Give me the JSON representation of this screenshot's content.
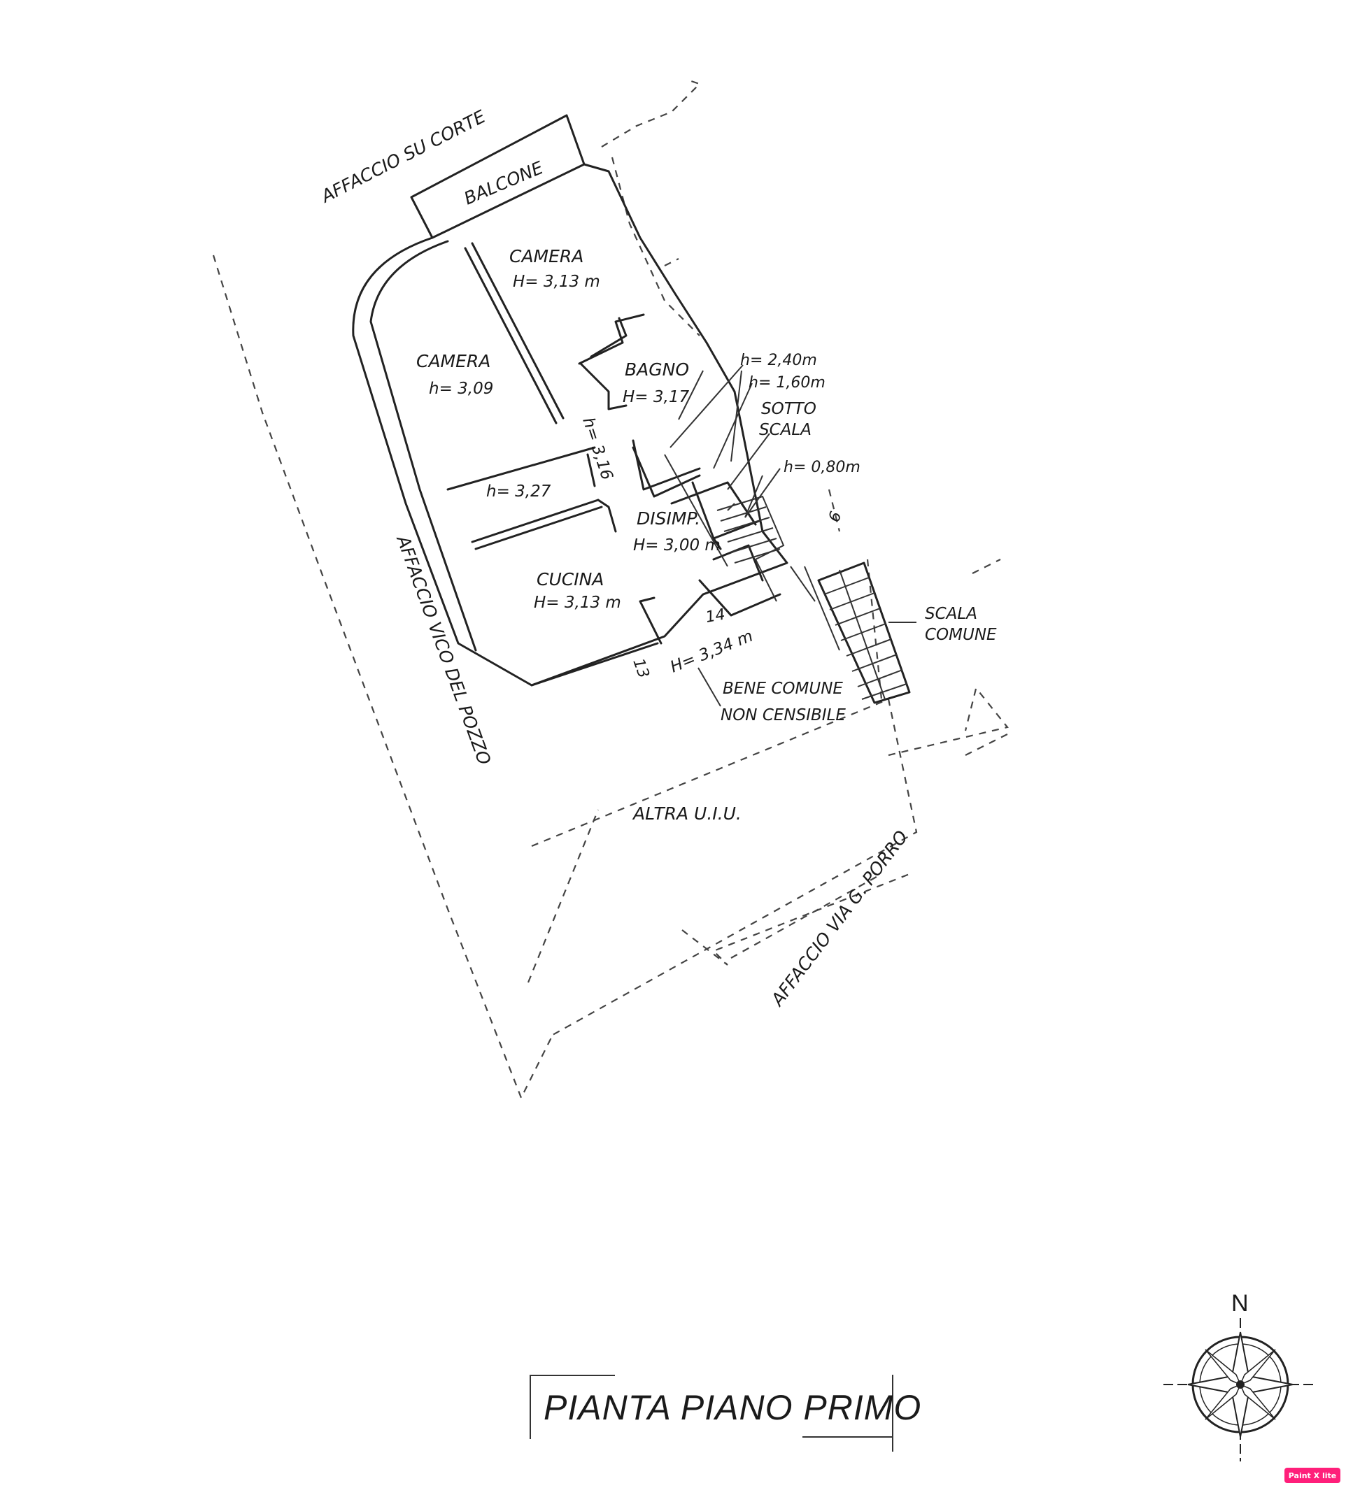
{
  "plan": {
    "title": "PIANTA PIANO PRIMO",
    "exterior_labels": {
      "top": "AFFACCIO SU CORTE",
      "left": "AFFACCIO VICO DEL POZZO",
      "bottom": "AFFACCIO VIA G. PORRO",
      "other_unit": "ALTRA U.I.U."
    },
    "rooms": [
      {
        "name": "BALCONE",
        "height": ""
      },
      {
        "name": "CAMERA",
        "height": "H= 3,13 m"
      },
      {
        "name": "CAMERA",
        "height": "h= 3,09"
      },
      {
        "name": "BAGNO",
        "height": "H= 3,17"
      },
      {
        "name": "CUCINA",
        "height": "H= 3,13 m"
      },
      {
        "name": "DISIMP.",
        "height": "H= 3,00 m"
      }
    ],
    "heights": {
      "corridor": "h= 3,27",
      "passage": "h= 3,16",
      "stair_landing": "H= 3,34 m",
      "under_stair_1": "h= 2,40m",
      "under_stair_2": "h= 1,60m",
      "under_stair_3": "h= 0,80m"
    },
    "sotto_scala": [
      "SOTTO",
      "SCALA"
    ],
    "scala_comune": [
      "SCALA",
      "COMUNE"
    ],
    "bene_comune": [
      "BENE COMUNE",
      "NON CENSIBILE"
    ],
    "step_numbers": {
      "a": "14",
      "b": "13",
      "c": "6"
    },
    "compass": {
      "north": "N"
    },
    "badge": "Paint X lite"
  }
}
